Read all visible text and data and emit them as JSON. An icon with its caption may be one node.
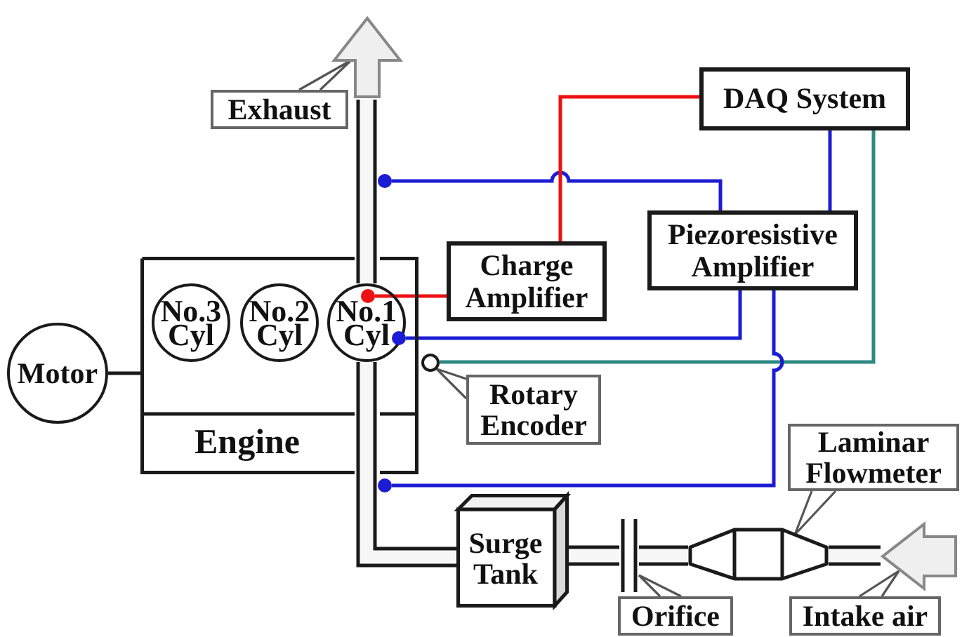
{
  "diagram": {
    "nodes": [
      {
        "text": [],
        "shape": "arrow"
      },
      {
        "text": [
          "Exhaust"
        ]
      },
      {
        "text": [
          "DAQ System"
        ]
      },
      {
        "text": [],
        "shape": "circle"
      },
      {
        "text": [
          "Engine"
        ]
      },
      {
        "text": [
          "No.3 Cyl"
        ],
        "in": 4
      },
      {
        "text": [
          "No.2 Cyl"
        ],
        "in": 4
      },
      {
        "text": [
          "No.1 Cyl"
        ],
        "in": 4
      },
      {
        "text": [],
        "shape": "circle",
        "in": 7
      },
      {
        "text": [],
        "shape": "circle",
        "in": 7
      },
      {
        "text": [
          "Charge Amplifier"
        ]
      },
      {
        "text": [
          "Piezoresistive Amplifier"
        ]
      },
      {
        "text": [
          "Motor"
        ]
      },
      {
        "text": [],
        "shape": "circle"
      },
      {
        "text": [
          "Rotary Encoder"
        ]
      },
      {
        "text": [],
        "shape": "circle"
      },
      {
        "text": [
          "Laminar Flowmeter"
        ]
      },
      {
        "text": [
          "Surge Tank"
        ]
      },
      {
        "text": [],
        "shape": "bar"
      },
      {
        "text": [],
        "shape": "box"
      },
      {
        "text": [],
        "shape": "arrow"
      },
      {
        "text": [
          "Orifice"
        ]
      },
      {
        "text": [
          "Intake air"
        ]
      }
    ],
    "edges": [
      {
        "from": 1,
        "to": 0,
        "arrow": "none"
      },
      {
        "from": 7,
        "to": 0,
        "arrow": "none",
        "style": "thick"
      },
      {
        "from": 3,
        "to": 11,
        "arrow": "none",
        "color": "#1c1cd4"
      },
      {
        "from": 8,
        "to": 10,
        "arrow": "none",
        "color": "#ee1111"
      },
      {
        "from": 10,
        "to": 2,
        "arrow": "none",
        "color": "#ee1111"
      },
      {
        "from": 2,
        "to": 11,
        "arrow": "none",
        "color": "#1c1cd4"
      },
      {
        "from": 9,
        "to": 11,
        "arrow": "none",
        "color": "#1c1cd4"
      },
      {
        "from": 12,
        "to": 4,
        "arrow": "none"
      },
      {
        "from": 14,
        "to": 13,
        "arrow": "none"
      },
      {
        "from": 13,
        "to": 2,
        "arrow": "none",
        "color": "#2e8a82"
      },
      {
        "from": 15,
        "to": 11,
        "arrow": "none",
        "color": "#1c1cd4"
      },
      {
        "from": 7,
        "to": 17,
        "arrow": "none",
        "style": "thick"
      },
      {
        "from": 16,
        "to": 19,
        "arrow": "none"
      },
      {
        "from": 17,
        "to": 18,
        "arrow": "none",
        "style": "thick"
      },
      {
        "from": 18,
        "to": 19,
        "arrow": "none",
        "style": "thick"
      },
      {
        "from": 19,
        "to": 20,
        "arrow": "none",
        "style": "thick"
      },
      {
        "from": 21,
        "to": 18,
        "arrow": "none"
      },
      {
        "from": 22,
        "to": 20,
        "arrow": "none"
      }
    ]
  }
}
